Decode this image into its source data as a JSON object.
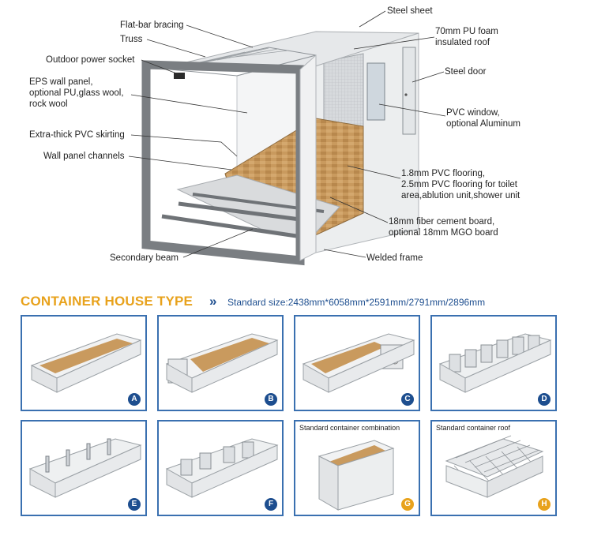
{
  "diagram": {
    "labels": {
      "flat_bar": "Flat-bar bracing",
      "truss": "Truss",
      "outdoor_socket": "Outdoor power socket",
      "eps_panel": [
        "EPS wall panel,",
        "optional PU,glass wool,",
        "rock wool"
      ],
      "pvc_skirting": "Extra-thick PVC skirting",
      "wall_channels": "Wall panel channels",
      "secondary_beam": "Secondary beam",
      "steel_sheet": "Steel sheet",
      "pu_roof": [
        "70mm PU foam",
        "insulated roof"
      ],
      "steel_door": "Steel door",
      "pvc_window": [
        "PVC window,",
        "optional Aluminum"
      ],
      "pvc_flooring": [
        "1.8mm PVC flooring,",
        "2.5mm PVC flooring for toilet",
        "area,ablution unit,shower unit"
      ],
      "fiber_board": [
        "18mm fiber cement board,",
        "optional 18mm MGO board"
      ],
      "welded_frame": "Welded frame"
    }
  },
  "types_section": {
    "title": "CONTAINER HOUSE TYPE",
    "chevron": "»",
    "standard_size": "Standard size:2438mm*6058mm*2591mm/2791mm/2896mm"
  },
  "panels": [
    {
      "badge": "A",
      "caption": ""
    },
    {
      "badge": "B",
      "caption": ""
    },
    {
      "badge": "C",
      "caption": ""
    },
    {
      "badge": "D",
      "caption": ""
    },
    {
      "badge": "E",
      "caption": ""
    },
    {
      "badge": "F",
      "caption": ""
    },
    {
      "badge": "G",
      "caption": "Standard container combination"
    },
    {
      "badge": "H",
      "caption": "Standard container roof"
    }
  ],
  "colors": {
    "frame": "#7a7e82",
    "floor": "#c99a5e",
    "accent": "#e8a21c",
    "blue": "#1d4e8f",
    "panel_border": "#3a70b0"
  }
}
